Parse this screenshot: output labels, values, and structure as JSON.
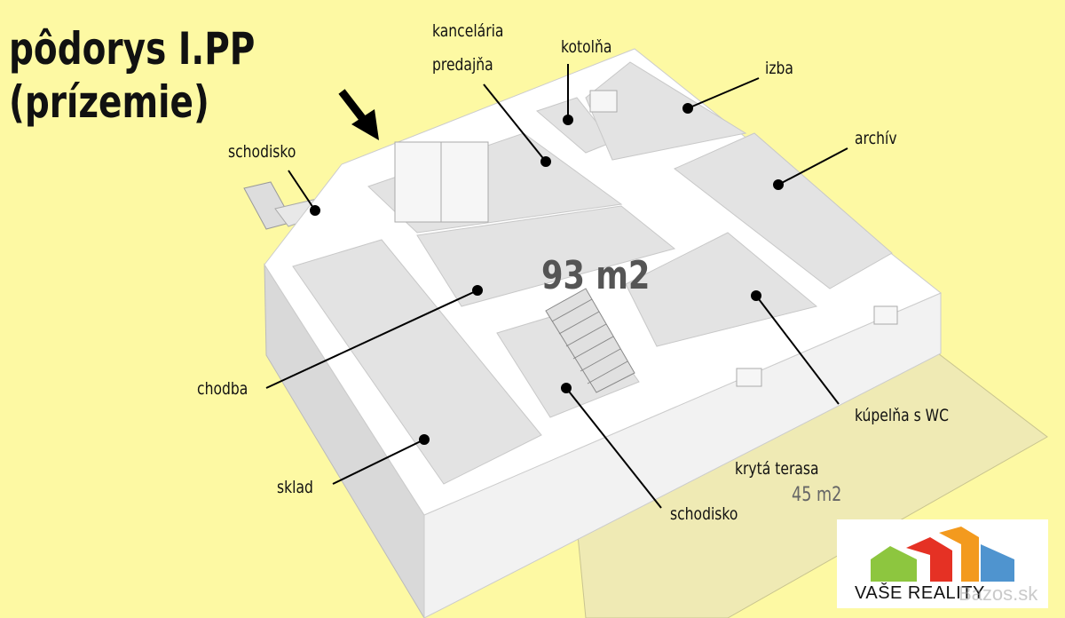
{
  "title": {
    "line1": "pôdorys I.PP",
    "line2": "(prízemie)"
  },
  "total_area": "93 m2",
  "rooms": {
    "kancelaria": "kancelária",
    "predajna": "predajňa",
    "kotolna": "kotolňa",
    "izba": "izba",
    "archiv": "archív",
    "schodisko_top": "schodisko",
    "chodba": "chodba",
    "kupelna": "kúpelňa s WC",
    "terasa": "krytá terasa",
    "terasa_area": "45 m2",
    "sklad": "sklad",
    "schodisko_bottom": "schodisko"
  },
  "logo": {
    "text": "VAŠE REALITY",
    "colors": [
      "#8dc63f",
      "#e53124",
      "#f39a1e",
      "#4f94cf"
    ]
  },
  "watermark": "Bazos.sk",
  "colors": {
    "background": "#fdf9a3",
    "walls": "#ffffff",
    "floor": "#e2e2e2",
    "terrace": "#efeab4"
  }
}
